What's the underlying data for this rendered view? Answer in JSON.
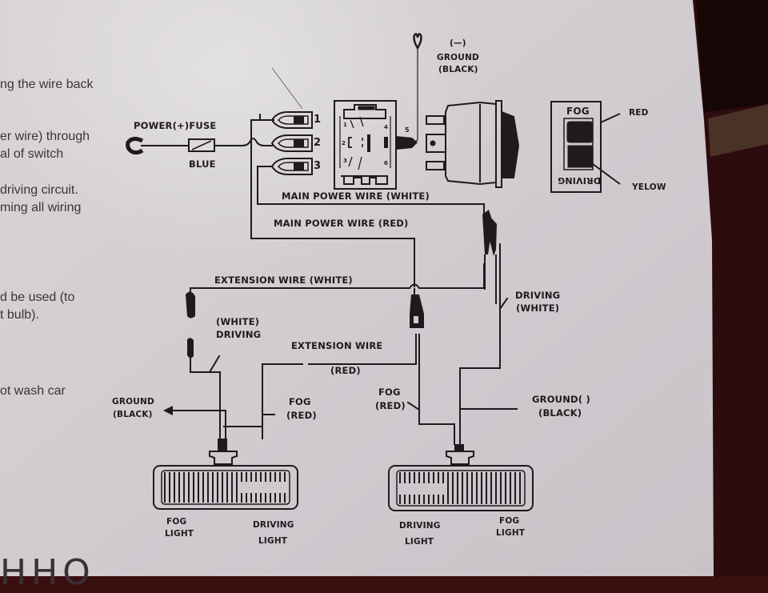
{
  "background": {
    "paper_color": "#d4d0d4",
    "surface_color": "#3a0f10",
    "ink_color": "#1e1a1e"
  },
  "left_text_fragments": [
    "ng the wire back",
    "er wire) through",
    "al of switch",
    "driving circuit.",
    "ming all wiring",
    "d be used (to",
    "t bulb).",
    "ot wash car"
  ],
  "bottom_fragment": "HHO",
  "labels": {
    "power_fuse": "POWER(+)FUSE",
    "blue": "BLUE",
    "ground_top_sign": "(—)",
    "ground_top": "GROUND",
    "ground_top_color": "(BLACK)",
    "terminal_1": "1",
    "terminal_2": "2",
    "terminal_3": "3",
    "pin_5": "5",
    "main_power_white": "MAIN POWER WIRE  (WHITE)",
    "main_power_red": "MAIN POWER WIRE (RED)",
    "extension_white": "EXTENSION WIRE (WHITE)",
    "white_driving_1": "(WHITE)",
    "white_driving_2": "DRIVING",
    "extension_red_1": "EXTENSION WIRE",
    "extension_red_2": "(RED)",
    "driving_white_1": "DRIVING",
    "driving_white_2": "(WHITE)",
    "ground_left_1": "GROUND",
    "ground_left_2": "(BLACK)",
    "fog_red_left_1": "FOG",
    "fog_red_left_2": "(RED)",
    "fog_red_right_1": "FOG",
    "fog_red_right_2": "(RED)",
    "ground_right_1": "GROUND( )",
    "ground_right_2": "(BLACK)",
    "switch_fog": "FOG",
    "switch_driving": "DRIVING",
    "switch_red": "RED",
    "switch_yellow": "YELOW",
    "lamp_left_fog_1": "FOG",
    "lamp_left_fog_2": "LIGHT",
    "lamp_left_driving_1": "DRIVING",
    "lamp_left_driving_2": "LIGHT",
    "lamp_right_driving_1": "DRIVING",
    "lamp_right_driving_2": "LIGHT",
    "lamp_right_fog_1": "FOG",
    "lamp_right_fog_2": "LIGHT"
  },
  "components": [
    {
      "id": "fuse",
      "icon": "fuse-icon"
    },
    {
      "id": "ring-terminal",
      "icon": "ring-terminal-icon"
    },
    {
      "id": "connectors",
      "count": 3
    },
    {
      "id": "relay",
      "icon": "relay-icon"
    },
    {
      "id": "rocker-switch",
      "icon": "rocker-switch-icon"
    },
    {
      "id": "switch-face",
      "icon": "switch-face-icon"
    },
    {
      "id": "lamp-left",
      "icon": "fog-driving-lamp-icon"
    },
    {
      "id": "lamp-right",
      "icon": "fog-driving-lamp-icon"
    }
  ]
}
